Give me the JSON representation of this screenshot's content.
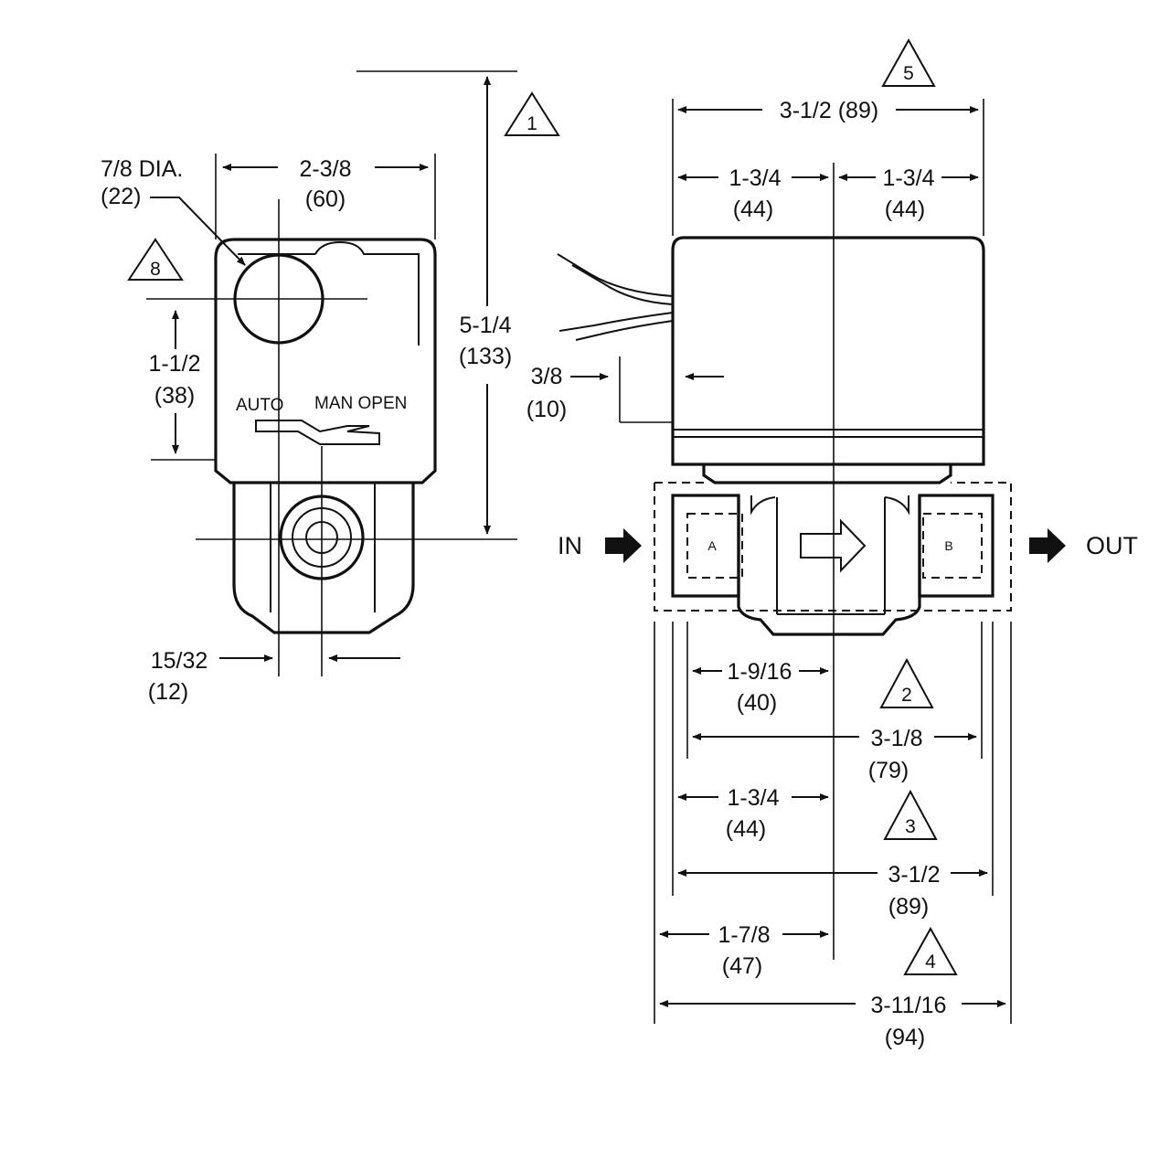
{
  "left_view": {
    "dia_label": "7/8 DIA.",
    "dia_metric": "(22)",
    "width_label": "2-3/8",
    "width_metric": "(60)",
    "height_label": "5-1/4",
    "height_metric": "(133)",
    "lever_label": "1-1/2",
    "lever_metric": "(38)",
    "offset_label": "15/32",
    "offset_metric": "(12)",
    "auto_label": "AUTO",
    "man_open_label": "MAN OPEN",
    "note_8": "8",
    "note_1": "1"
  },
  "right_view": {
    "note_5": "5",
    "overall_width_label": "3-1/2 (89)",
    "half_left_label": "1-3/4",
    "half_left_metric": "(44)",
    "half_right_label": "1-3/4",
    "half_right_metric": "(44)",
    "lead_offset_label": "3/8",
    "lead_offset_metric": "(10)",
    "in_label": "IN",
    "out_label": "OUT",
    "port_a": "A",
    "port_b": "B",
    "dim_2_half_label": "1-9/16",
    "dim_2_half_metric": "(40)",
    "note_2": "2",
    "dim_2_full_label": "3-1/8",
    "dim_2_full_metric": "(79)",
    "dim_3_half_label": "1-3/4",
    "dim_3_half_metric": "(44)",
    "note_3": "3",
    "dim_3_full_label": "3-1/2",
    "dim_3_full_metric": "(89)",
    "dim_4_half_label": "1-7/8",
    "dim_4_half_metric": "(47)",
    "note_4": "4",
    "dim_4_full_label": "3-11/16",
    "dim_4_full_metric": "(94)"
  }
}
